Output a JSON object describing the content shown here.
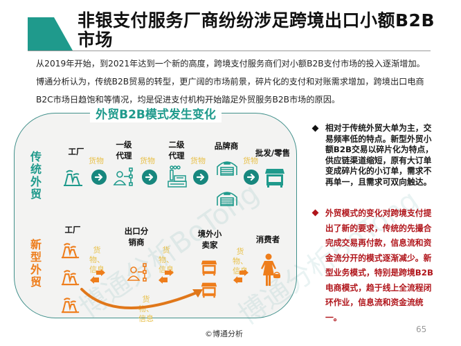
{
  "slide": {
    "title": "非银支付服务厂商纷纷涉足跨境出口小额B2B市场",
    "intro": "从2019年开始，到2021年达到一个新的高度，跨境支付服务商们对小额B2B支付市场的投入逐渐增加。博通分析认为，传统B2B贸易的转型，更广阔的市场前景，碎片化的支付和对账需求增加，跨境出口电商B2C市场日趋饱和等情况，均是促进支付机构开始踏足外贸服务B2B市场的原因。",
    "accent_color": "#1f9a8c"
  },
  "diagram": {
    "title": "外贸B2B模式发生变化",
    "traditional": {
      "label": "传统外贸",
      "color": "#1f9a8c",
      "nodes": [
        {
          "label": "工厂",
          "icon": "factory-icon"
        },
        {
          "label": "一级代理",
          "icon": "distributor-icon"
        },
        {
          "label": "二级代理",
          "icon": "industrial-plant-icon"
        },
        {
          "label": "品牌商",
          "icon": "warehouse-icon"
        },
        {
          "label": "批发/零售",
          "icon": "store-icon"
        }
      ],
      "flow_label": "货物"
    },
    "new": {
      "label": "新型外贸",
      "color": "#ee7d1b",
      "nodes": [
        {
          "label": "工厂",
          "icon": "factory-icon"
        },
        {
          "label": "出口分销商",
          "icon": "distributor-icon"
        },
        {
          "label": "境外小卖家",
          "icon": "store-icon"
        },
        {
          "label": "消费者",
          "icon": "consumer-icon"
        }
      ],
      "flow_label": "货物、信息"
    },
    "goods_color": "#e8c04a",
    "watermark": "博通分析BoTong"
  },
  "bullets": [
    {
      "text": "相对于传统外贸大单为主，交易频率低的特点。新型外贸小额B2B交易以碎片化为特点，供应链渠道缩短，原有大订单变成碎片化的小订单，需求不再单一，且需求可双向触达。",
      "color": "#1a1a1a"
    },
    {
      "text": "外贸模式的变化对跨境支付提出了新的要求，传统的先撮合完成交易再付款，信息流和资金流分开的模式逐渐减少。新型业务模式，特别是跨境B2B电商模式，趋于线上全流程闭环作业，信息流和资金流统一。",
      "color": "#b0141a"
    }
  ],
  "footer": {
    "copyright": "©博通分析",
    "page_number": "65"
  }
}
